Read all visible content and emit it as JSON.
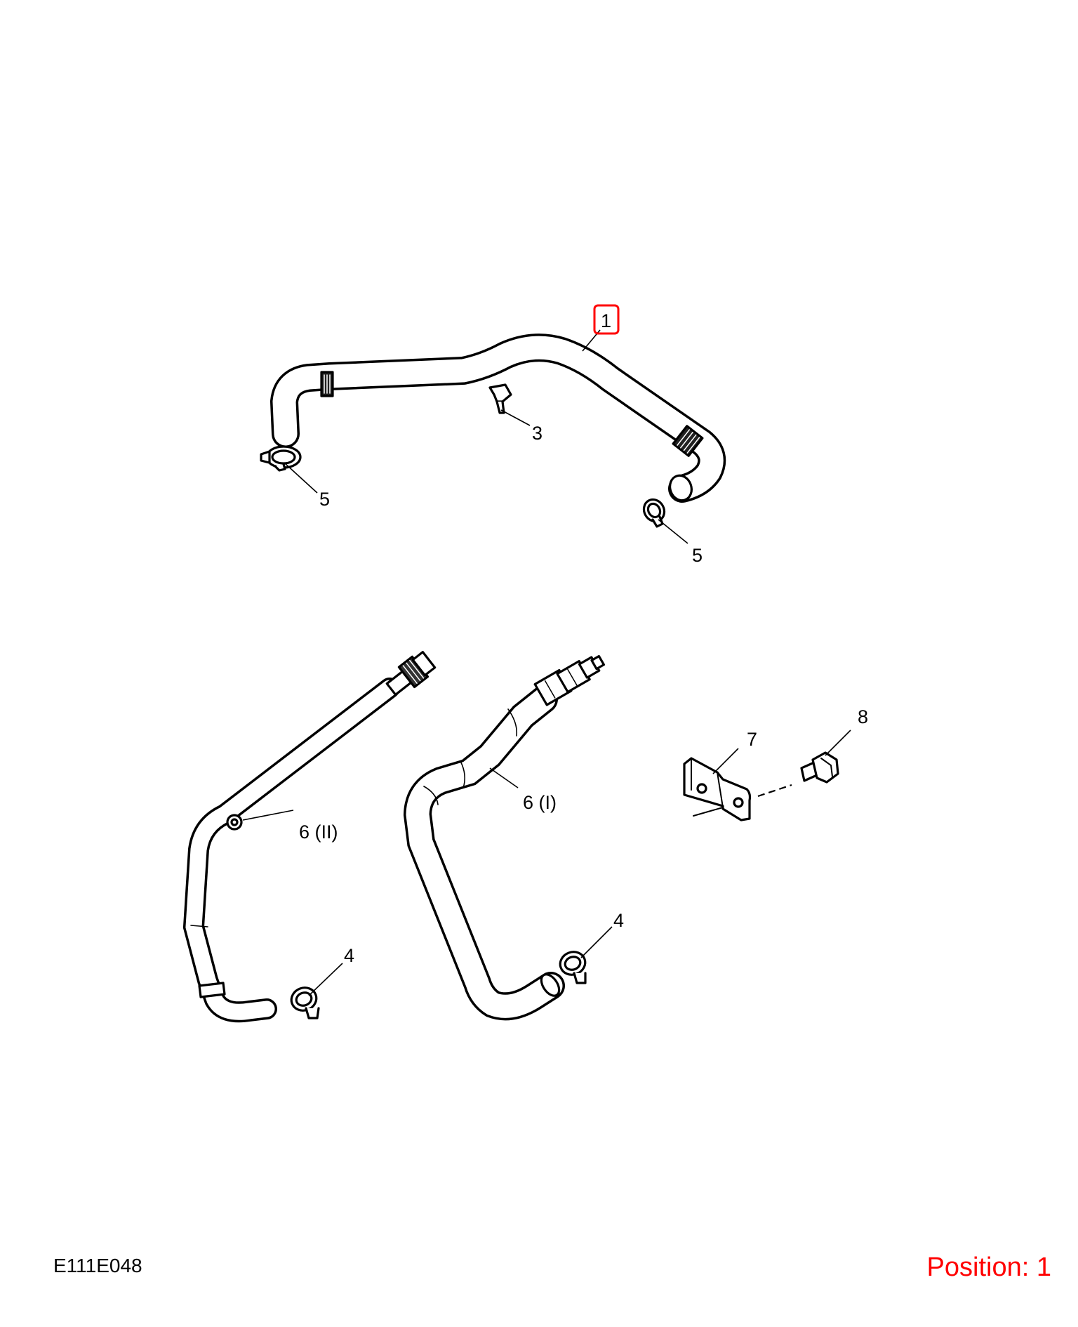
{
  "diagram": {
    "id_code": "E111E048",
    "position_text": "Position: 1",
    "highlight_color": "#ff0000",
    "callouts": {
      "hose_upper": "1",
      "clip": "3",
      "clamp_upper_left": "5",
      "clamp_upper_right": "5",
      "hose_6_I": "6 (I)",
      "hose_6_II": "6 (II)",
      "clamp_lower_left": "4",
      "clamp_lower_right": "4",
      "bracket": "7",
      "bolt": "8"
    }
  }
}
